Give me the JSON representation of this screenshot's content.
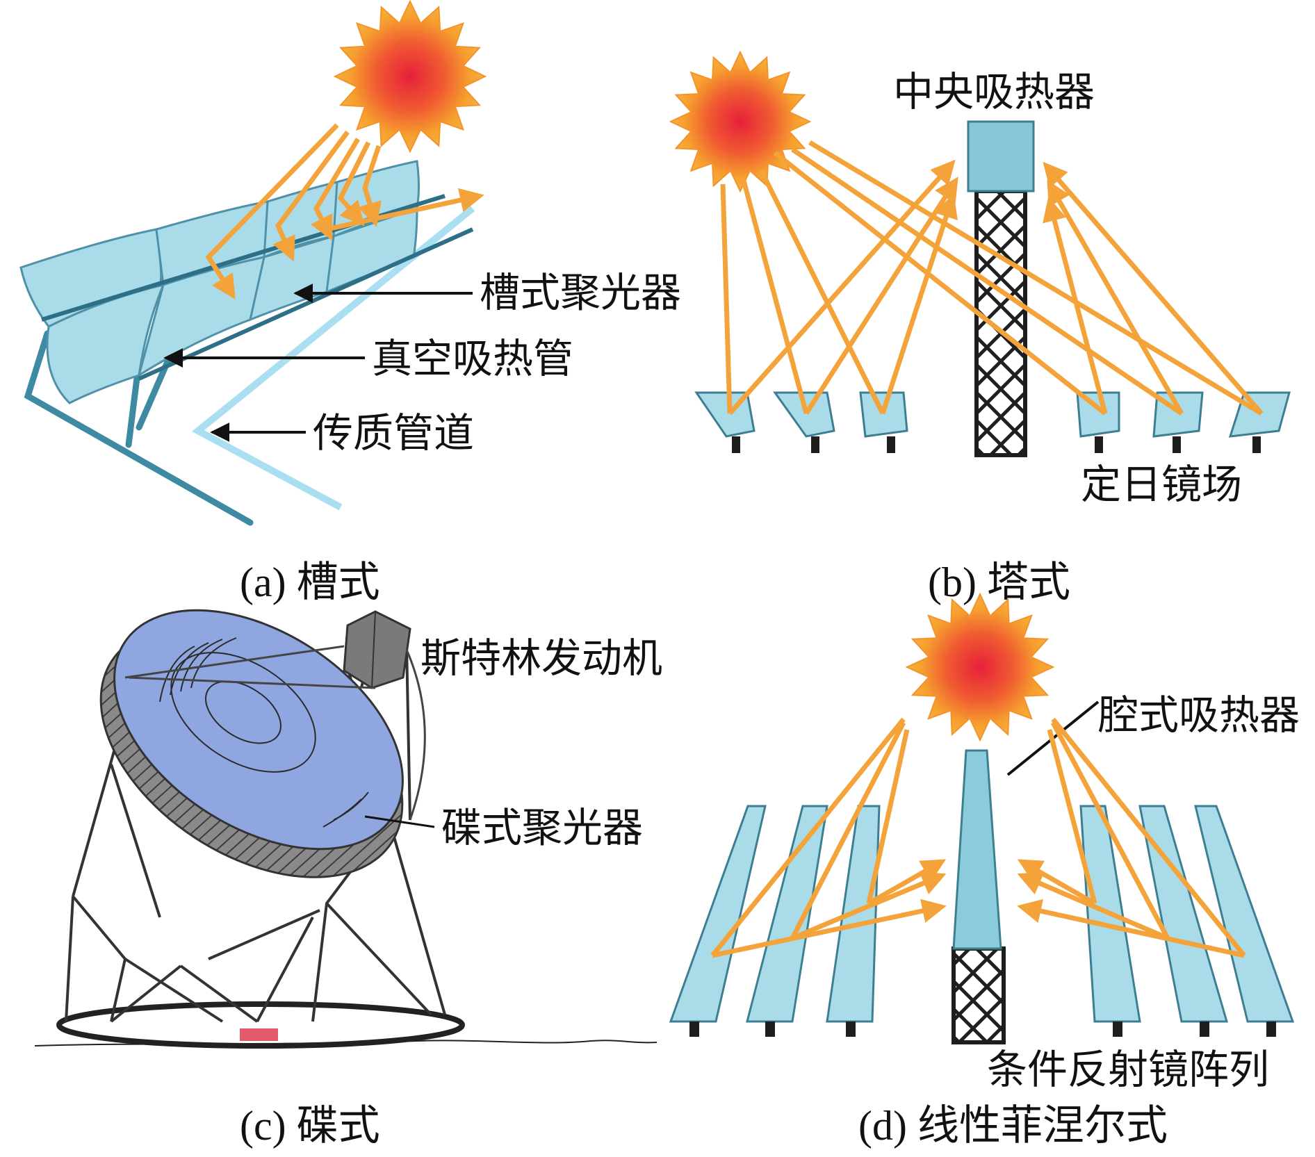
{
  "panels": {
    "a": {
      "caption": "(a) 槽式",
      "labels": {
        "collector": "槽式聚光器",
        "tube": "真空吸热管",
        "pipe": "传质管道"
      }
    },
    "b": {
      "caption": "(b) 塔式",
      "labels": {
        "receiver": "中央吸热器",
        "field": "定日镜场"
      }
    },
    "c": {
      "caption": "(c) 碟式",
      "labels": {
        "engine": "斯特林发动机",
        "concentrator": "碟式聚光器"
      }
    },
    "d": {
      "caption": "(d) 线性菲涅尔式",
      "labels": {
        "receiver": "腔式吸热器",
        "array": "条件反射镜阵列"
      }
    }
  },
  "colors": {
    "ray": "#f4a33a",
    "mirror": "#a9dbe9",
    "mirror_edge": "#5a9fb4",
    "tower": "#1e1e1e",
    "dish": "#8fa6e0",
    "sun_core": "#e8303a",
    "sun_outer": "#f6a02e"
  },
  "icons": [
    "sun-icon",
    "arrow-left-icon"
  ]
}
